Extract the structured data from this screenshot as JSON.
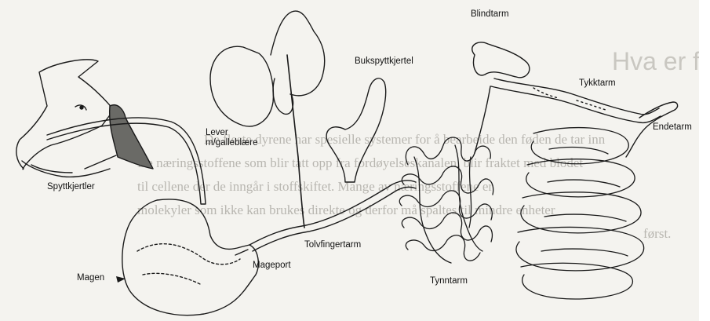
{
  "background_text": {
    "heading": "Hva er fordøyelse?",
    "lines": [
      "De fleste dyrene har spesielle systemer for å bearbeide den føden de tar inn",
      "De næringsstoffene som blir tatt opp fra fordøyelseskanalen, blir fraktet med blodet",
      "til cellene der de inngår i stoffskiftet. Mange av næringsstoffene er",
      "molekyler som ikke kan brukes direkte og derfor må spaltes til mindre enheter",
      "først."
    ]
  },
  "labels": {
    "spyttkjertler": "Spyttkjertler",
    "lever": "Lever m/galleblære",
    "bukspyttkjertel": "Bukspyttkjertel",
    "blindtarm": "Blindtarm",
    "tykktarm": "Tykktarm",
    "endetarm": "Endetarm",
    "tolvfingertarm": "Tolvfingertarm",
    "magen": "Magen",
    "mageport": "Mageport",
    "tynntarm": "Tynntarm"
  },
  "colors": {
    "ink": "#1a1a1a",
    "paper": "#f4f3ef",
    "bleed": "#c4c2bc"
  }
}
